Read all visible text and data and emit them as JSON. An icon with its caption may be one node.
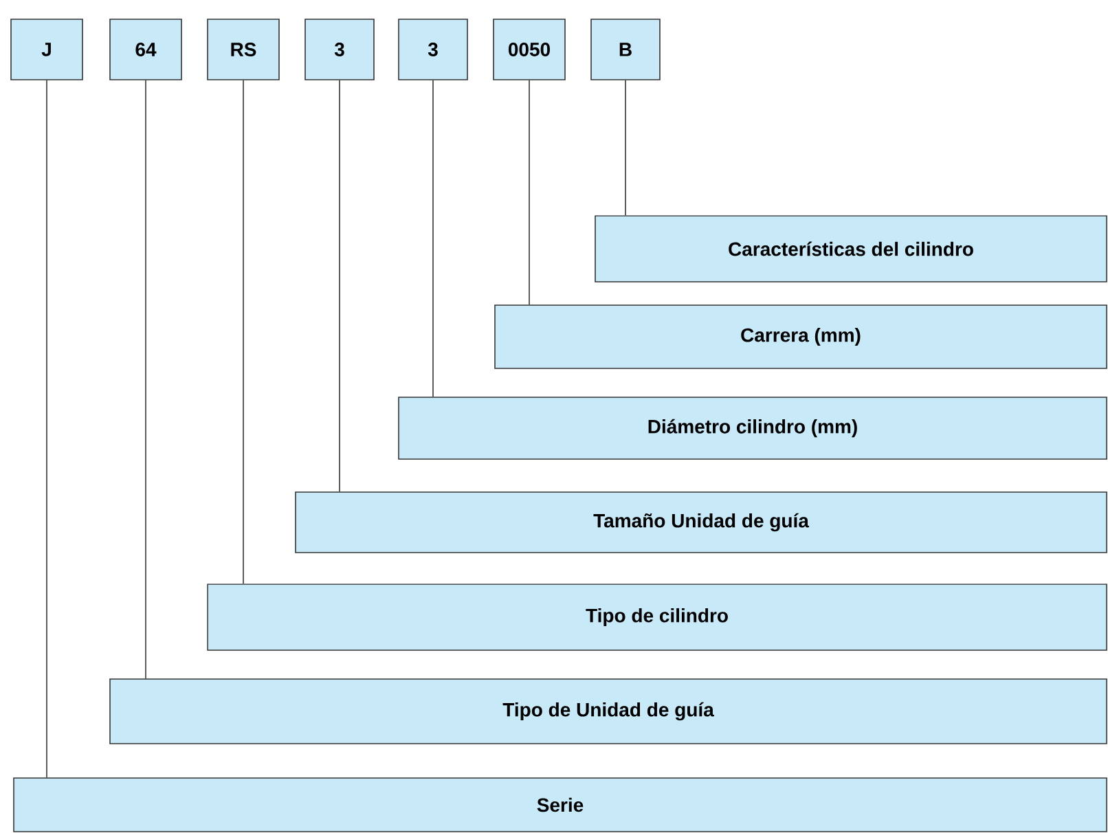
{
  "diagram": {
    "nodes": [
      {
        "text": [
          "J"
        ]
      },
      {
        "text": [
          "64"
        ]
      },
      {
        "text": [
          "RS"
        ]
      },
      {
        "text": [
          "3"
        ]
      },
      {
        "text": [
          "3"
        ]
      },
      {
        "text": [
          "0050"
        ]
      },
      {
        "text": [
          "B"
        ]
      },
      {
        "text": [
          "Características del cilindro"
        ]
      },
      {
        "text": [
          "Carrera (mm)"
        ]
      },
      {
        "text": [
          "Diámetro cilindro (mm)"
        ]
      },
      {
        "text": [
          "Tamaño Unidad de guía"
        ]
      },
      {
        "text": [
          "Tipo de cilindro"
        ]
      },
      {
        "text": [
          "Tipo de Unidad de guía"
        ]
      },
      {
        "text": [
          "Serie"
        ]
      }
    ],
    "edges": [
      {
        "from": 0,
        "to": 13,
        "arrow": "none"
      },
      {
        "from": 1,
        "to": 12,
        "arrow": "none"
      },
      {
        "from": 2,
        "to": 11,
        "arrow": "none"
      },
      {
        "from": 3,
        "to": 10,
        "arrow": "none"
      },
      {
        "from": 4,
        "to": 9,
        "arrow": "none"
      },
      {
        "from": 5,
        "to": 8,
        "arrow": "none"
      },
      {
        "from": 6,
        "to": 7,
        "arrow": "none"
      }
    ]
  }
}
